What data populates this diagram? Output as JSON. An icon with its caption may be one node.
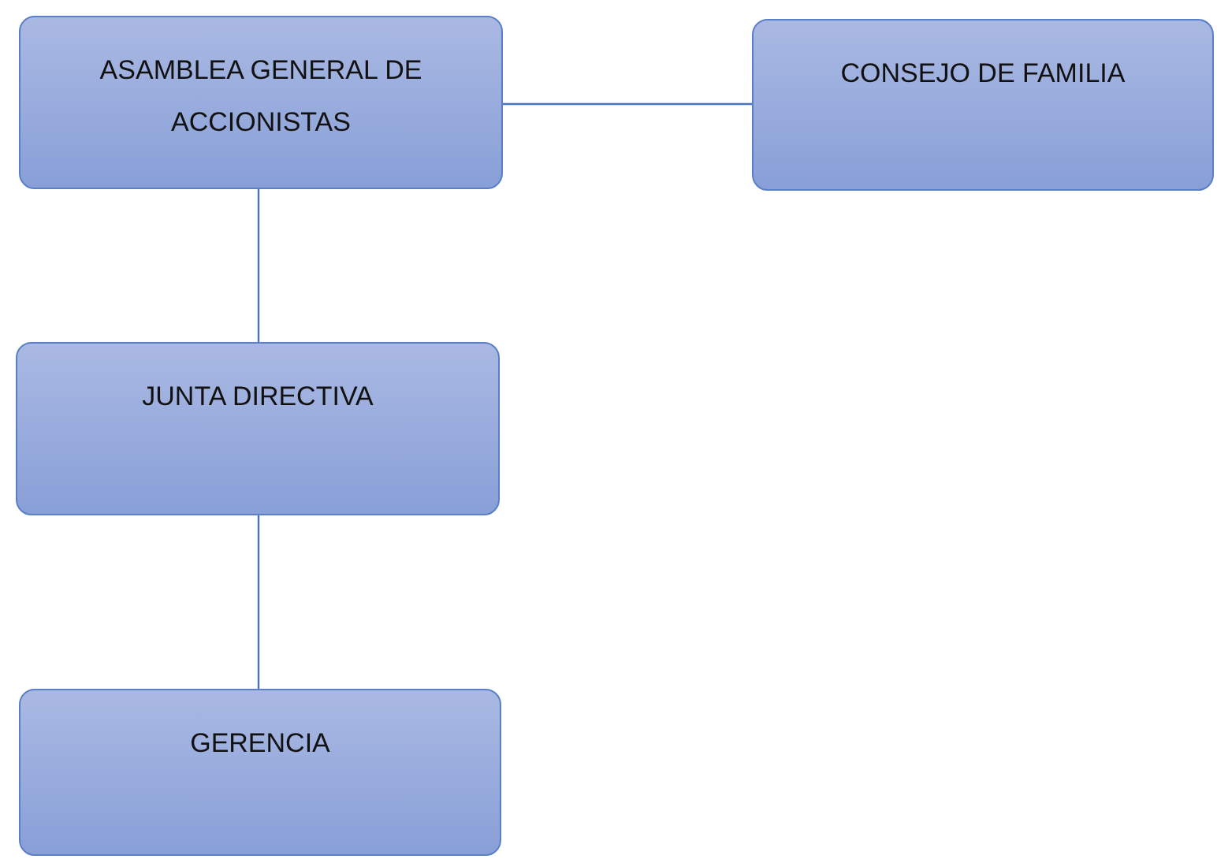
{
  "diagram": {
    "nodes": [
      {
        "text": [
          "ASAMBLEA GENERAL DE ACCIONISTAS"
        ]
      },
      {
        "text": [
          "CONSEJO DE FAMILIA"
        ]
      },
      {
        "text": [
          "JUNTA DIRECTIVA"
        ]
      },
      {
        "text": [
          "GERENCIA"
        ]
      }
    ],
    "edges": [
      {
        "from": 0,
        "to": 1,
        "arrow": "none"
      },
      {
        "from": 0,
        "to": 2,
        "arrow": "none"
      },
      {
        "from": 2,
        "to": 3,
        "arrow": "none"
      }
    ]
  }
}
